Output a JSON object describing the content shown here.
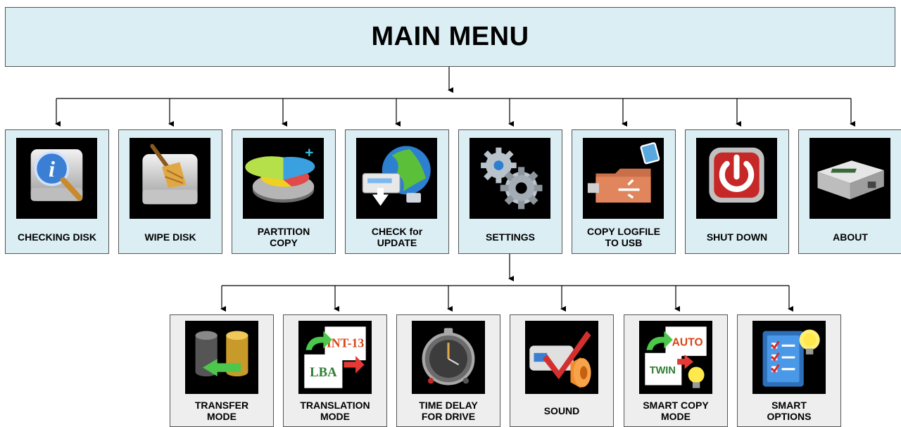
{
  "title": "MAIN MENU",
  "main_items": [
    {
      "label": "CHECKING DISK",
      "icon": "disk-info-icon"
    },
    {
      "label": "WIPE DISK",
      "icon": "disk-broom-icon"
    },
    {
      "label": "PARTITION\nCOPY",
      "icon": "partition-copy-icon"
    },
    {
      "label": "CHECK for\nUPDATE",
      "icon": "network-update-icon"
    },
    {
      "label": "SETTINGS",
      "icon": "gears-icon"
    },
    {
      "label": "COPY LOGFILE\nTO USB",
      "icon": "usb-folder-icon"
    },
    {
      "label": "SHUT DOWN",
      "icon": "power-icon"
    },
    {
      "label": "ABOUT",
      "icon": "device-box-icon"
    }
  ],
  "settings_items": [
    {
      "label": "TRANSFER\nMODE",
      "icon": "database-transfer-icon"
    },
    {
      "label": "TRANSLATION\nMODE",
      "icon": "translation-icon",
      "badges": [
        "INT-13",
        "LBA"
      ]
    },
    {
      "label": "TIME DELAY\nFOR DRIVE",
      "icon": "stopwatch-icon"
    },
    {
      "label": "SOUND",
      "icon": "speaker-check-icon"
    },
    {
      "label": "SMART COPY\nMODE",
      "icon": "smart-copy-icon",
      "badges": [
        "AUTO",
        "TWIN"
      ]
    },
    {
      "label": "SMART\nOPTIONS",
      "icon": "checklist-bulb-icon"
    }
  ],
  "colors": {
    "main_box": "#dbeef4",
    "sub_box": "#eeeeee",
    "border": "#555555",
    "icon_bg": "#000000"
  }
}
